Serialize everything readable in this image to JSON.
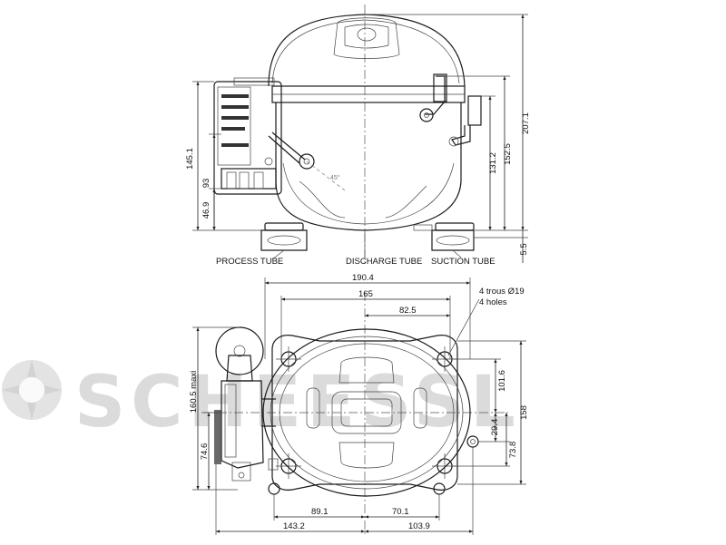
{
  "diagram": {
    "labels": {
      "process_tube": "PROCESS TUBE",
      "discharge_tube": "DISCHARGE TUBE",
      "suction_tube": "SUCTION TUBE",
      "holes_fr": "4 trous  Ø19",
      "holes_en": "4 holes",
      "angle": "45°"
    },
    "side_view_dims": {
      "d207_1": "207.1",
      "d152_5": "152.5",
      "d131_2": "131.2",
      "d145_1": "145.1",
      "d93": "93",
      "d46_9": "46.9",
      "d5_5": "5.5"
    },
    "top_view_dims": {
      "d190_4": "190.4",
      "d165": "165",
      "d82_5": "82.5",
      "d101_6": "101.6",
      "d158": "158",
      "d29_4": "29.4",
      "d73_8": "73.8",
      "d160_5": "160.5 maxi",
      "d74_6": "74.6",
      "d89_1": "89.1",
      "d70_1": "70.1",
      "d143_2": "143.2",
      "d103_9": "103.9"
    }
  },
  "watermark": {
    "text": "SCHEESSL"
  }
}
